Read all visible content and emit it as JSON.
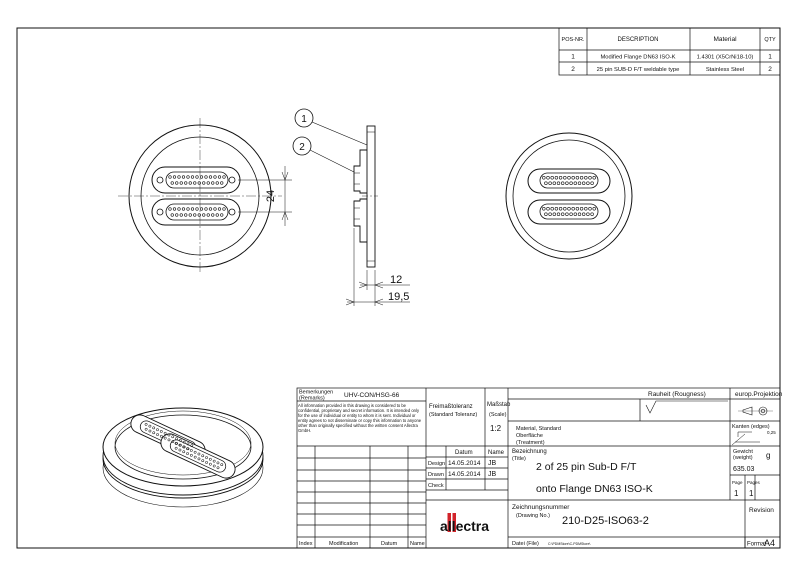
{
  "parts_list": {
    "headers": {
      "pos": "POS-NR.",
      "description": "DESCRIPTION",
      "material": "Material",
      "qty": "QTY"
    },
    "rows": [
      {
        "pos": "1",
        "description": "Modified Flange DN63 ISO-K",
        "material": "1.4301 (X5CrNi18-10)",
        "qty": "1"
      },
      {
        "pos": "2",
        "description": "25 pin SUB-D F/T weldable type",
        "material": "Stainless Steel",
        "qty": "2"
      }
    ]
  },
  "balloons": [
    "1",
    "2"
  ],
  "dimensions": {
    "height": "24",
    "thickness": "12",
    "total": "19,5"
  },
  "title_block": {
    "remarks_label": "Bemerkungen",
    "remarks_label_en": "(Remarks)",
    "remarks_value": "UHV-CON/HSG-66",
    "confidential_text": "All information provided in this drawing is considered to be confidential, proprietary and secret information. It is intended only for the use of individual or entity to whom it is sent. Individual or entity agrees to not disseminate or copy this information to anyone other than originally specified without the written consent Allectra GmbH.",
    "tolerance_label": "Freimaßtoleranz",
    "tolerance_label_en": "(Standard Toleranz)",
    "scale_label": "Maßstab",
    "scale_label_en": "(Scale)",
    "scale_value": "1:2",
    "roughness_label": "Rauheit (Rougness)",
    "projection_label": "europ.Projektion",
    "edges_label": "Kanten (edges)",
    "edges_value": "0,25",
    "material_label": "Material, Standard",
    "surface_label": "Oberfläche",
    "treatment_label": "(Treatment)",
    "weight_label": "Gewicht",
    "weight_label_en": "(weight)",
    "weight_unit": "g",
    "weight_value": "635.03",
    "date_label": "Datum",
    "name_label": "Name",
    "design_label": "Design",
    "design_date": "14.05.2014",
    "design_name": "JB",
    "drawn_label": "Drawn",
    "drawn_date": "14.05.2014",
    "drawn_name": "JB",
    "check_label": "Check",
    "title_label": "Bezeichnung",
    "title_label_en": "(Title)",
    "title_line1": "2 of 25 pin Sub-D F/T",
    "title_line2": "onto Flange DN63 ISO-K",
    "page_label": "Page",
    "pages_label": "Pages",
    "page_value": "1",
    "pages_value": "1",
    "drawing_no_label": "Zeichnungsnummer",
    "drawing_no_label_en": "(Drawing No.)",
    "drawing_no": "210-D25-ISO63-2",
    "revision_label": "Revision",
    "logo_text": "allectra",
    "file_label": "Datei (File)",
    "file_value": "C:\\PDMStore\\C-PDMStore\\",
    "format_label": "Format",
    "format_value": "A4",
    "rev_headers": {
      "index": "Index",
      "modification": "Modification",
      "date": "Datum",
      "name": "Name"
    }
  },
  "colors": {
    "line": "#111111",
    "logo_red": "#d2232a",
    "logo_black": "#1a1a1a"
  }
}
